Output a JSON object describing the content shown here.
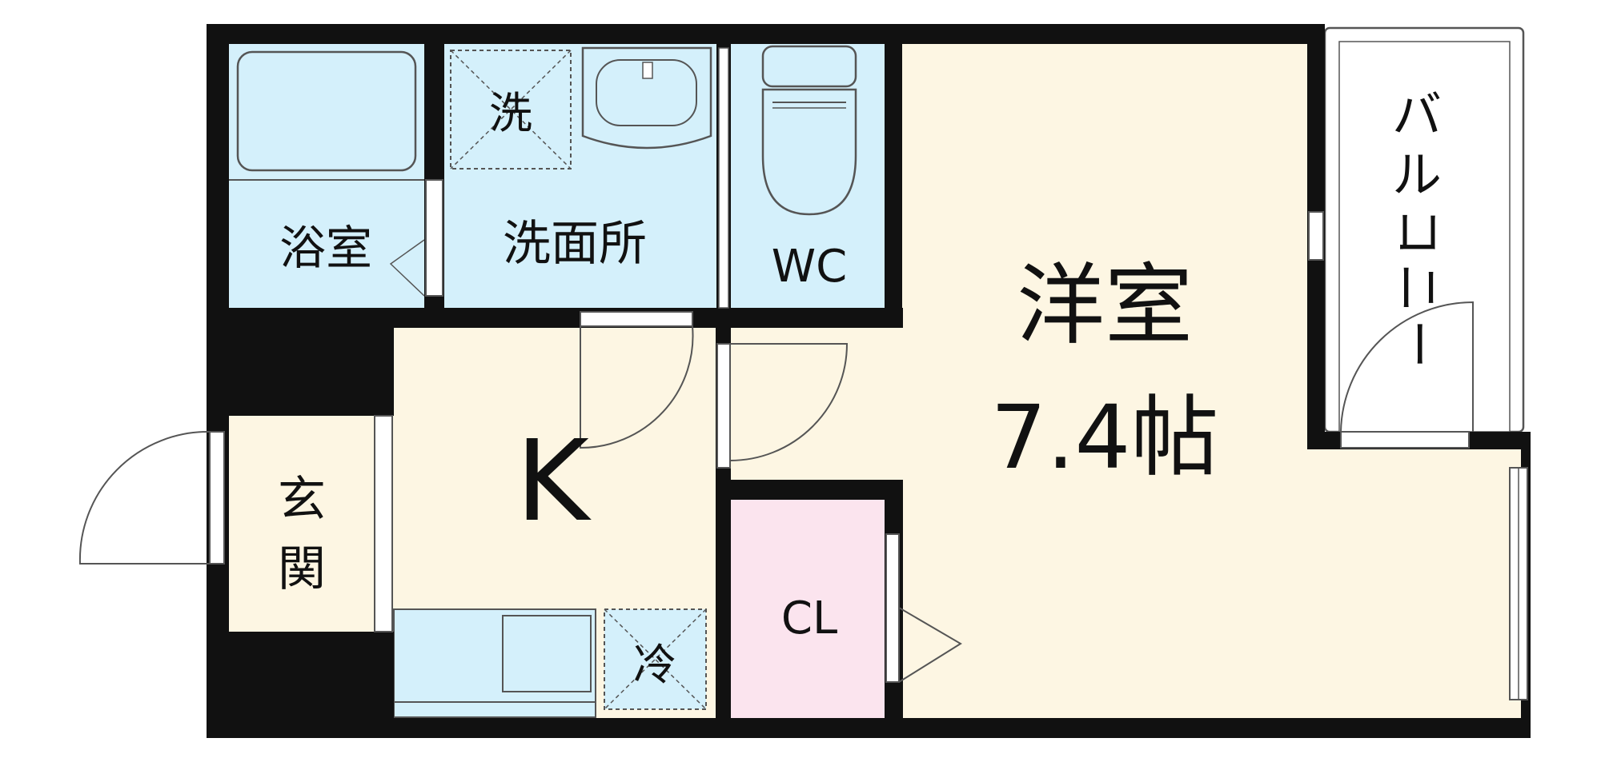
{
  "rooms": {
    "bath": "浴室",
    "washroom": "洗面所",
    "washer": "洗",
    "wc": "WC",
    "western_room": "洋室",
    "western_room_size": "7.4帖",
    "kitchen": "K",
    "entrance_1": "玄",
    "entrance_2": "関",
    "closet": "CL",
    "fridge": "冷",
    "balcony_chars": [
      "バ",
      "ル",
      "コ",
      "ニ",
      "ー"
    ]
  },
  "colors": {
    "wall": "#111111",
    "wet_area": "#d4f0fb",
    "floor": "#fdf6e3",
    "closet": "#fbe4ee",
    "outline": "#555555"
  }
}
